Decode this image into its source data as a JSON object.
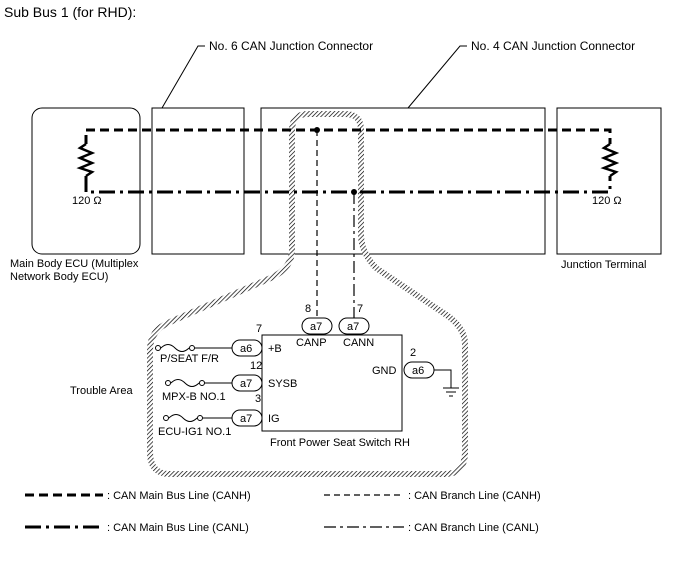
{
  "title": "Sub Bus 1 (for RHD):",
  "junctions": {
    "no6": "No. 6 CAN Junction Connector",
    "no4": "No. 4 CAN Junction Connector"
  },
  "ecu": {
    "name_line1": "Main Body ECU (Multiplex",
    "name_line2": "Network Body ECU)",
    "resistor": "120 Ω"
  },
  "terminal": {
    "name": "Junction Terminal",
    "resistor": "120 Ω"
  },
  "trouble_area": "Trouble Area",
  "switch": {
    "name": "Front Power Seat Switch RH",
    "canp": {
      "pin": "8",
      "connector": "a7",
      "label": "CANP"
    },
    "cann": {
      "pin": "7",
      "connector": "a7",
      "label": "CANN"
    },
    "b": {
      "pin": "7",
      "connector": "a6",
      "label": "+B",
      "fuse": "P/SEAT F/R"
    },
    "sysb": {
      "pin": "12",
      "connector": "a7",
      "label": "SYSB",
      "fuse": "MPX-B NO.1"
    },
    "ig": {
      "pin": "3",
      "connector": "a7",
      "label": "IG",
      "fuse": "ECU-IG1 NO.1"
    },
    "gnd": {
      "pin": "2",
      "connector": "a6",
      "label": "GND"
    }
  },
  "legend": {
    "main_canh": ": CAN Main Bus Line (CANH)",
    "branch_canh": ": CAN Branch Line (CANH)",
    "main_canl": ": CAN Main Bus Line (CANL)",
    "branch_canl": ": CAN Branch Line (CANL)"
  }
}
